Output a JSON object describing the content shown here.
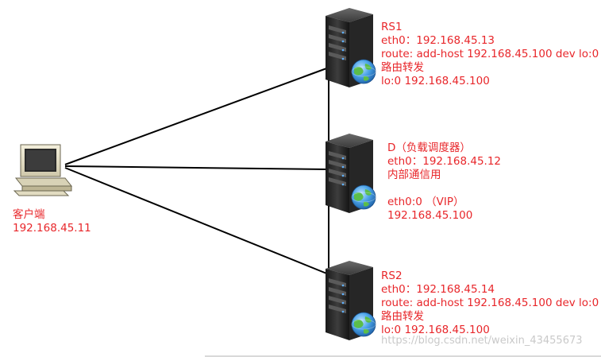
{
  "client": {
    "label_name": "客户端",
    "label_ip": "192.168.45.11"
  },
  "rs1": {
    "lines": [
      "RS1",
      "eth0：192.168.45.13",
      "route: add-host 192.168.45.100 dev lo:0",
      "路由转发",
      "lo:0 192.168.45.100"
    ]
  },
  "director": {
    "lines": [
      "D（负载调度器）",
      "eth0：192.168.45.12",
      "内部通信用"
    ],
    "vip_lines": [
      "eth0:0 （VIP）",
      "192.168.45.100"
    ]
  },
  "rs2": {
    "lines": [
      "RS2",
      "eth0：192.168.45.14",
      "route: add-host 192.168.45.100 dev lo:0",
      "路由转发",
      "lo:0 192.168.45.100"
    ]
  },
  "watermark": "https://blog.csdn.net/weixin_43455673",
  "colors": {
    "label": "#e8262a",
    "line": "#000000",
    "server_body": "#2b2b2b",
    "globe": "#3a8fd6"
  },
  "icons": [
    "computer-icon",
    "server-icon",
    "globe-icon"
  ]
}
